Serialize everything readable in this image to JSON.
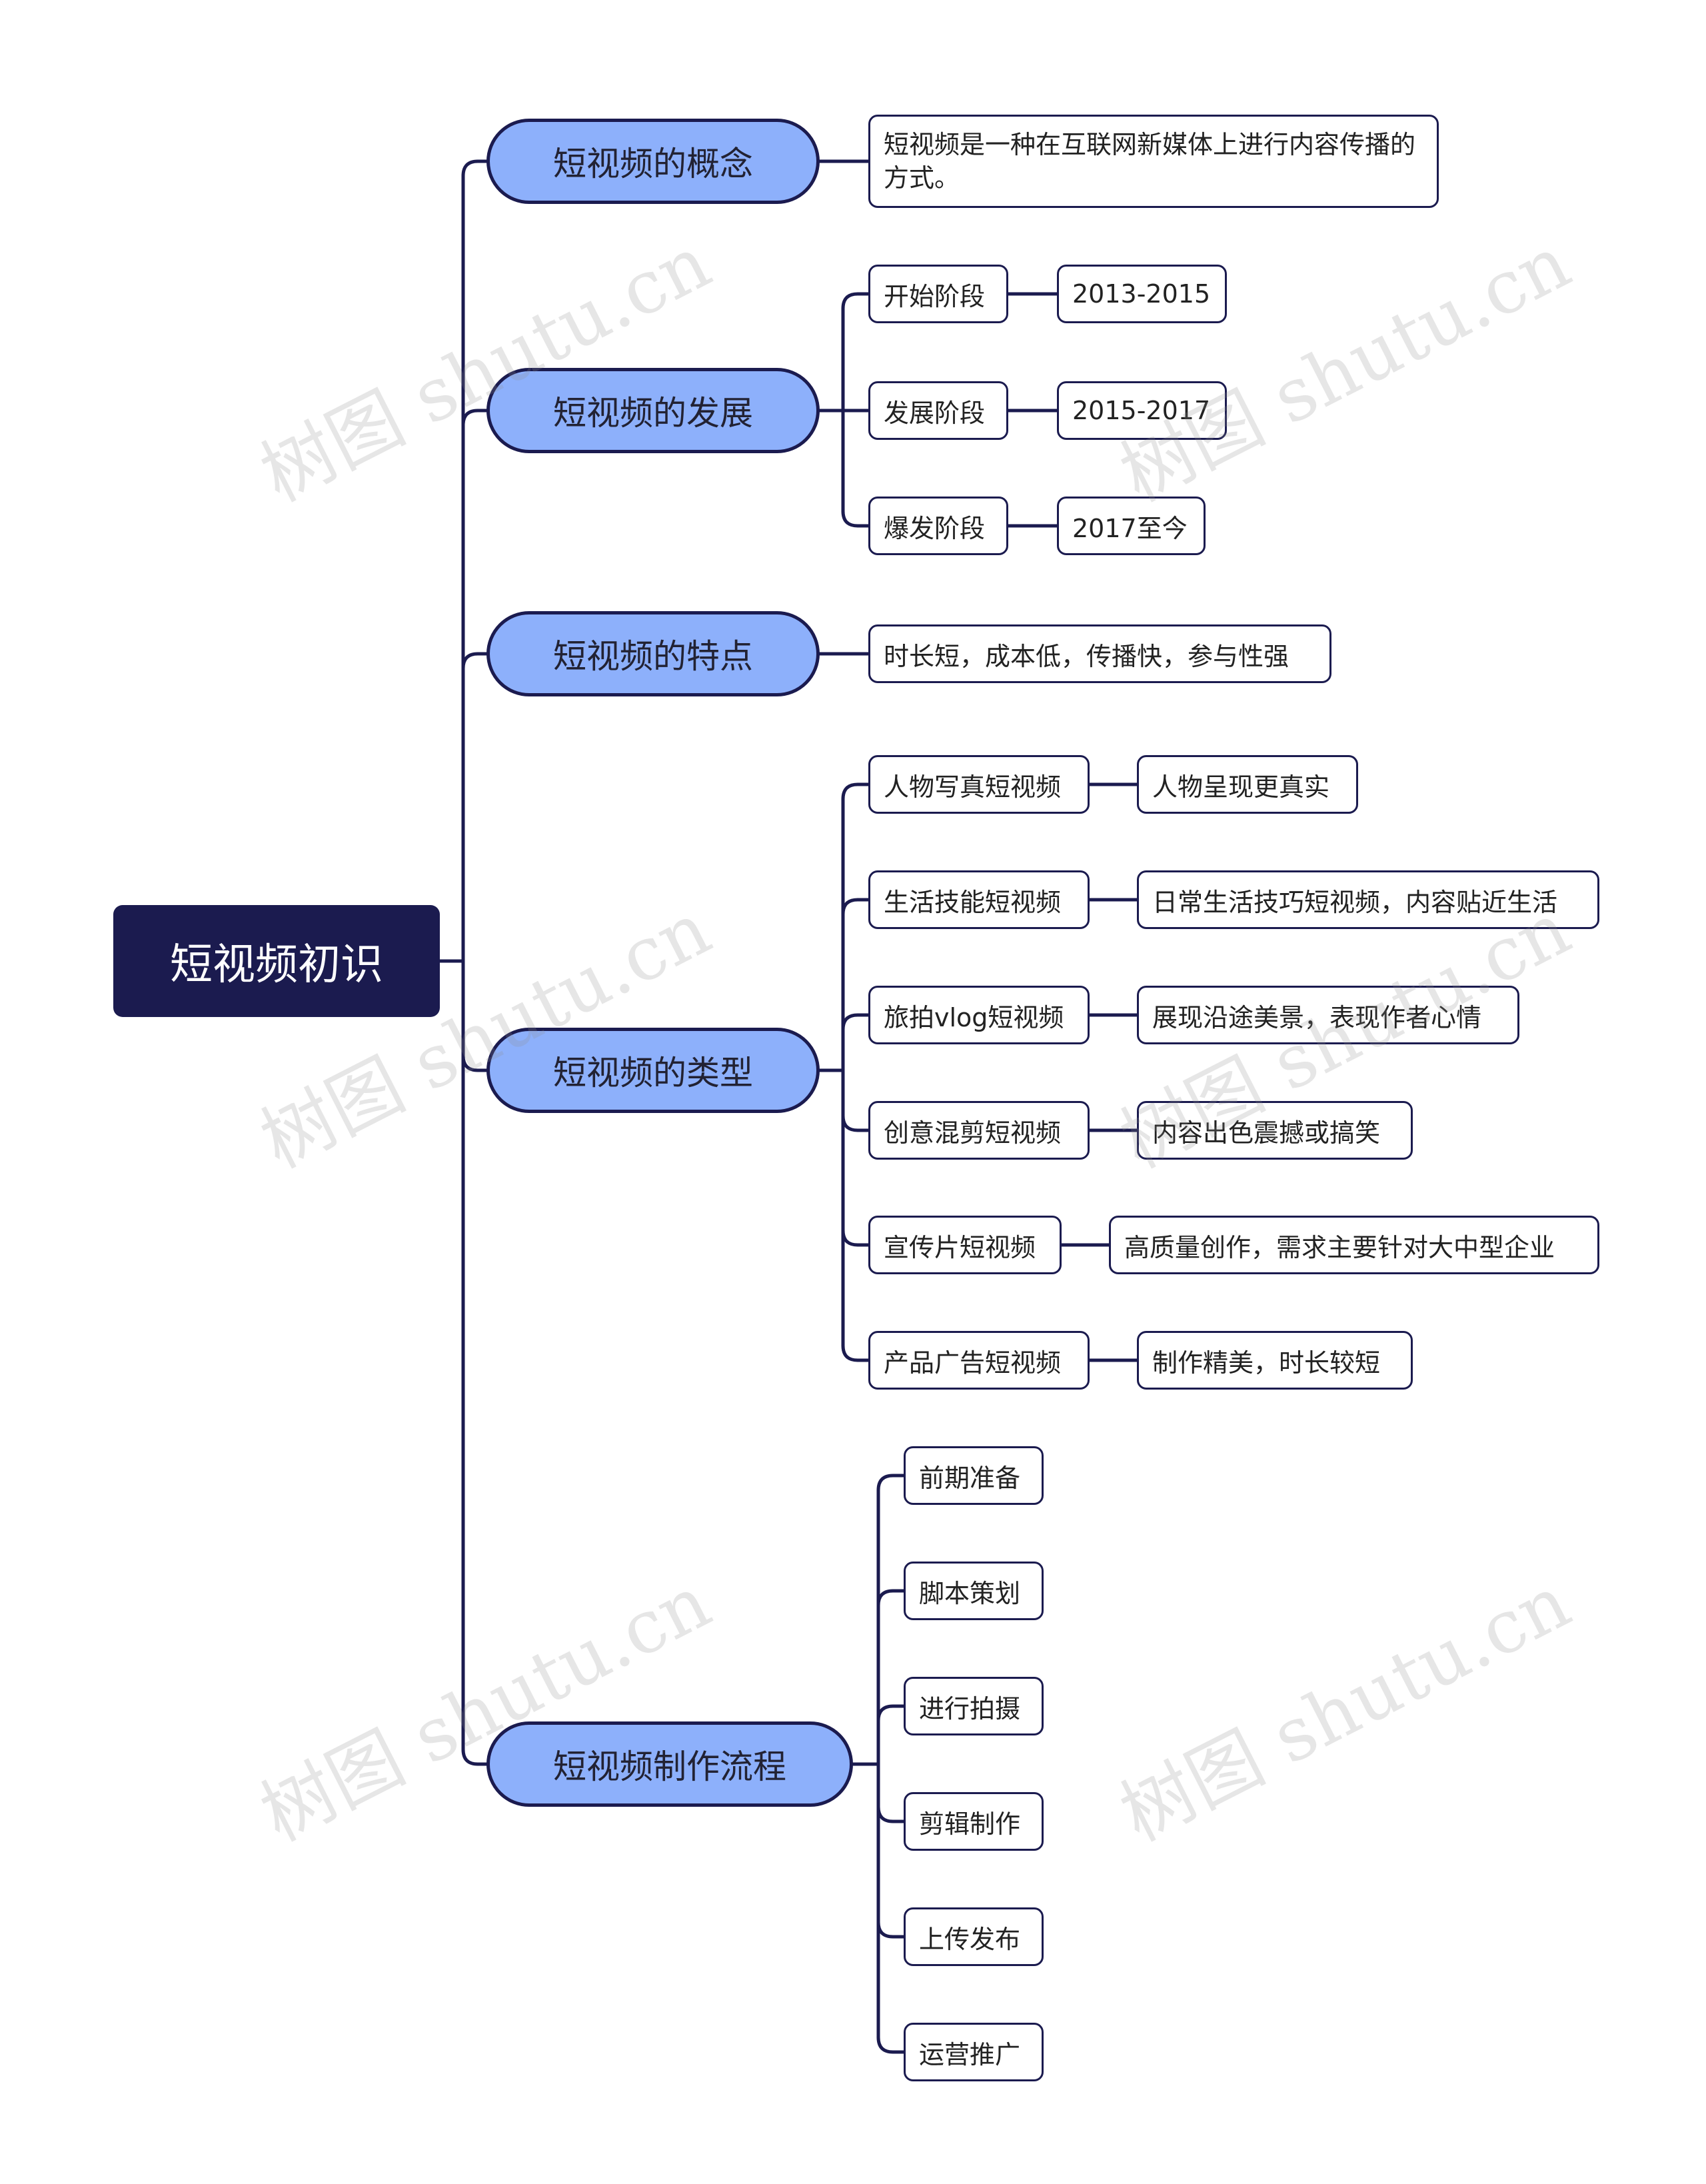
{
  "root": "短视频初识",
  "branches": [
    {
      "label": "短视频的概念",
      "items": [
        {
          "text": "短视频是一种在互联网新媒体上进行内容传播的方式。"
        }
      ]
    },
    {
      "label": "短视频的发展",
      "items": [
        {
          "text": "开始阶段",
          "detail": "2013-2015"
        },
        {
          "text": "发展阶段",
          "detail": "2015-2017"
        },
        {
          "text": "爆发阶段",
          "detail": "2017至今"
        }
      ]
    },
    {
      "label": "短视频的特点",
      "items": [
        {
          "text": "时长短，成本低，传播快，参与性强"
        }
      ]
    },
    {
      "label": "短视频的类型",
      "items": [
        {
          "text": "人物写真短视频",
          "detail": "人物呈现更真实"
        },
        {
          "text": "生活技能短视频",
          "detail": "日常生活技巧短视频，内容贴近生活"
        },
        {
          "text": "旅拍vlog短视频",
          "detail": "展现沿途美景，表现作者心情"
        },
        {
          "text": "创意混剪短视频",
          "detail": "内容出色震撼或搞笑"
        },
        {
          "text": "宣传片短视频",
          "detail": "高质量创作，需求主要针对大中型企业"
        },
        {
          "text": "产品广告短视频",
          "detail": "制作精美，时长较短"
        }
      ]
    },
    {
      "label": "短视频制作流程",
      "items": [
        {
          "text": "前期准备"
        },
        {
          "text": "脚本策划"
        },
        {
          "text": "进行拍摄"
        },
        {
          "text": "剪辑制作"
        },
        {
          "text": "上传发布"
        },
        {
          "text": "运营推广"
        }
      ]
    }
  ],
  "watermark": "树图 shutu.cn",
  "colors": {
    "root_bg": "#1b1b4f",
    "branch_bg": "#8db0fb",
    "line": "#1b1b4f"
  }
}
